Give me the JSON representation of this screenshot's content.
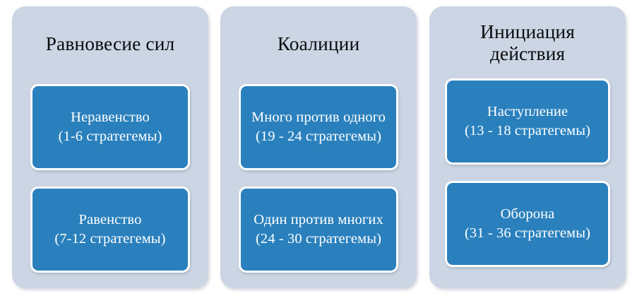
{
  "diagram": {
    "type": "three-column-grouping",
    "background_color": "#ffffff",
    "panel_color": "#cbd5e4",
    "box_color": "#2a80bd",
    "box_border_color": "#ffffff",
    "title_color": "#0b0c0e",
    "box_text_color": "#ffffff",
    "columns": [
      {
        "title": "Равновесие сил",
        "boxes": [
          {
            "label": "Неравенство",
            "range": "(1-6 стратегемы)"
          },
          {
            "label": "Равенство",
            "range": "(7-12 стратегемы)"
          }
        ]
      },
      {
        "title": "Коалиции",
        "boxes": [
          {
            "label": "Много против одного",
            "range": "(19 - 24 стратегемы)"
          },
          {
            "label": "Один против многих",
            "range": "(24 - 30 стратегемы)"
          }
        ]
      },
      {
        "title": "Инициация действия",
        "title_line_1": "Инициация",
        "title_line_2": "действия",
        "boxes": [
          {
            "label": "Наступление",
            "range": "(13 - 18 стратегемы)"
          },
          {
            "label": "Оборона",
            "range": "(31 - 36 стратегемы)"
          }
        ]
      }
    ]
  }
}
